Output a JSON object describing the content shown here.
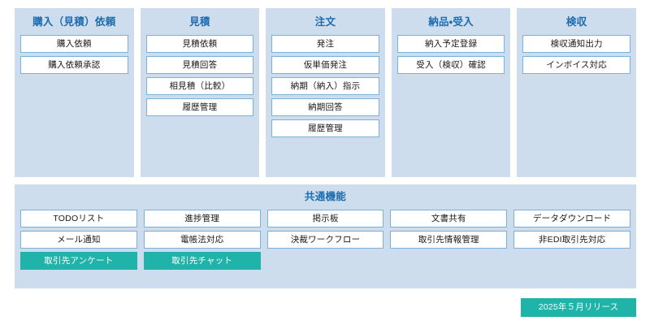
{
  "theme": {
    "panel_bg": "#cddded",
    "title_color": "#1c6cb0",
    "button_bg": "#ffffff",
    "button_border": "#79b2d8",
    "accent_color": "#1fb3aa",
    "page_bg": "#ffffff"
  },
  "process_panels": [
    {
      "title": "購入（見積）依頼",
      "buttons": [
        {
          "label": "購入依頼",
          "accent": false
        },
        {
          "label": "購入依頼承認",
          "accent": false
        }
      ]
    },
    {
      "title": "見積",
      "buttons": [
        {
          "label": "見積依頼",
          "accent": false
        },
        {
          "label": "見積回答",
          "accent": false
        },
        {
          "label": "相見積（比較）",
          "accent": false
        },
        {
          "label": "履歴管理",
          "accent": false
        }
      ]
    },
    {
      "title": "注文",
      "buttons": [
        {
          "label": "発注",
          "accent": false
        },
        {
          "label": "仮単価発注",
          "accent": false
        },
        {
          "label": "納期（納入）指示",
          "accent": false
        },
        {
          "label": "納期回答",
          "accent": false
        },
        {
          "label": "履歴管理",
          "accent": false
        }
      ]
    },
    {
      "title": "納品・受入",
      "buttons": [
        {
          "label": "納入予定登録",
          "accent": false
        },
        {
          "label": "受入（検収）確認",
          "accent": false
        }
      ]
    },
    {
      "title": "検収",
      "buttons": [
        {
          "label": "検収通知出力",
          "accent": false
        },
        {
          "label": "インボイス対応",
          "accent": false
        }
      ]
    }
  ],
  "common": {
    "title": "共通機能",
    "columns": [
      {
        "buttons": [
          {
            "label": "TODOリスト",
            "accent": false
          },
          {
            "label": "メール通知",
            "accent": false
          },
          {
            "label": "取引先アンケート",
            "accent": true
          }
        ]
      },
      {
        "buttons": [
          {
            "label": "進捗管理",
            "accent": false
          },
          {
            "label": "電帳法対応",
            "accent": false
          },
          {
            "label": "取引先チャット",
            "accent": true
          }
        ]
      },
      {
        "buttons": [
          {
            "label": "掲示板",
            "accent": false
          },
          {
            "label": "決裁ワークフロー",
            "accent": false
          }
        ]
      },
      {
        "buttons": [
          {
            "label": "文書共有",
            "accent": false
          },
          {
            "label": "取引先情報管理",
            "accent": false
          }
        ]
      },
      {
        "buttons": [
          {
            "label": "データダウンロード",
            "accent": false
          },
          {
            "label": "非EDI取引先対応",
            "accent": false
          }
        ]
      }
    ]
  },
  "footer": {
    "release_badge": "2025年５月リリース"
  }
}
